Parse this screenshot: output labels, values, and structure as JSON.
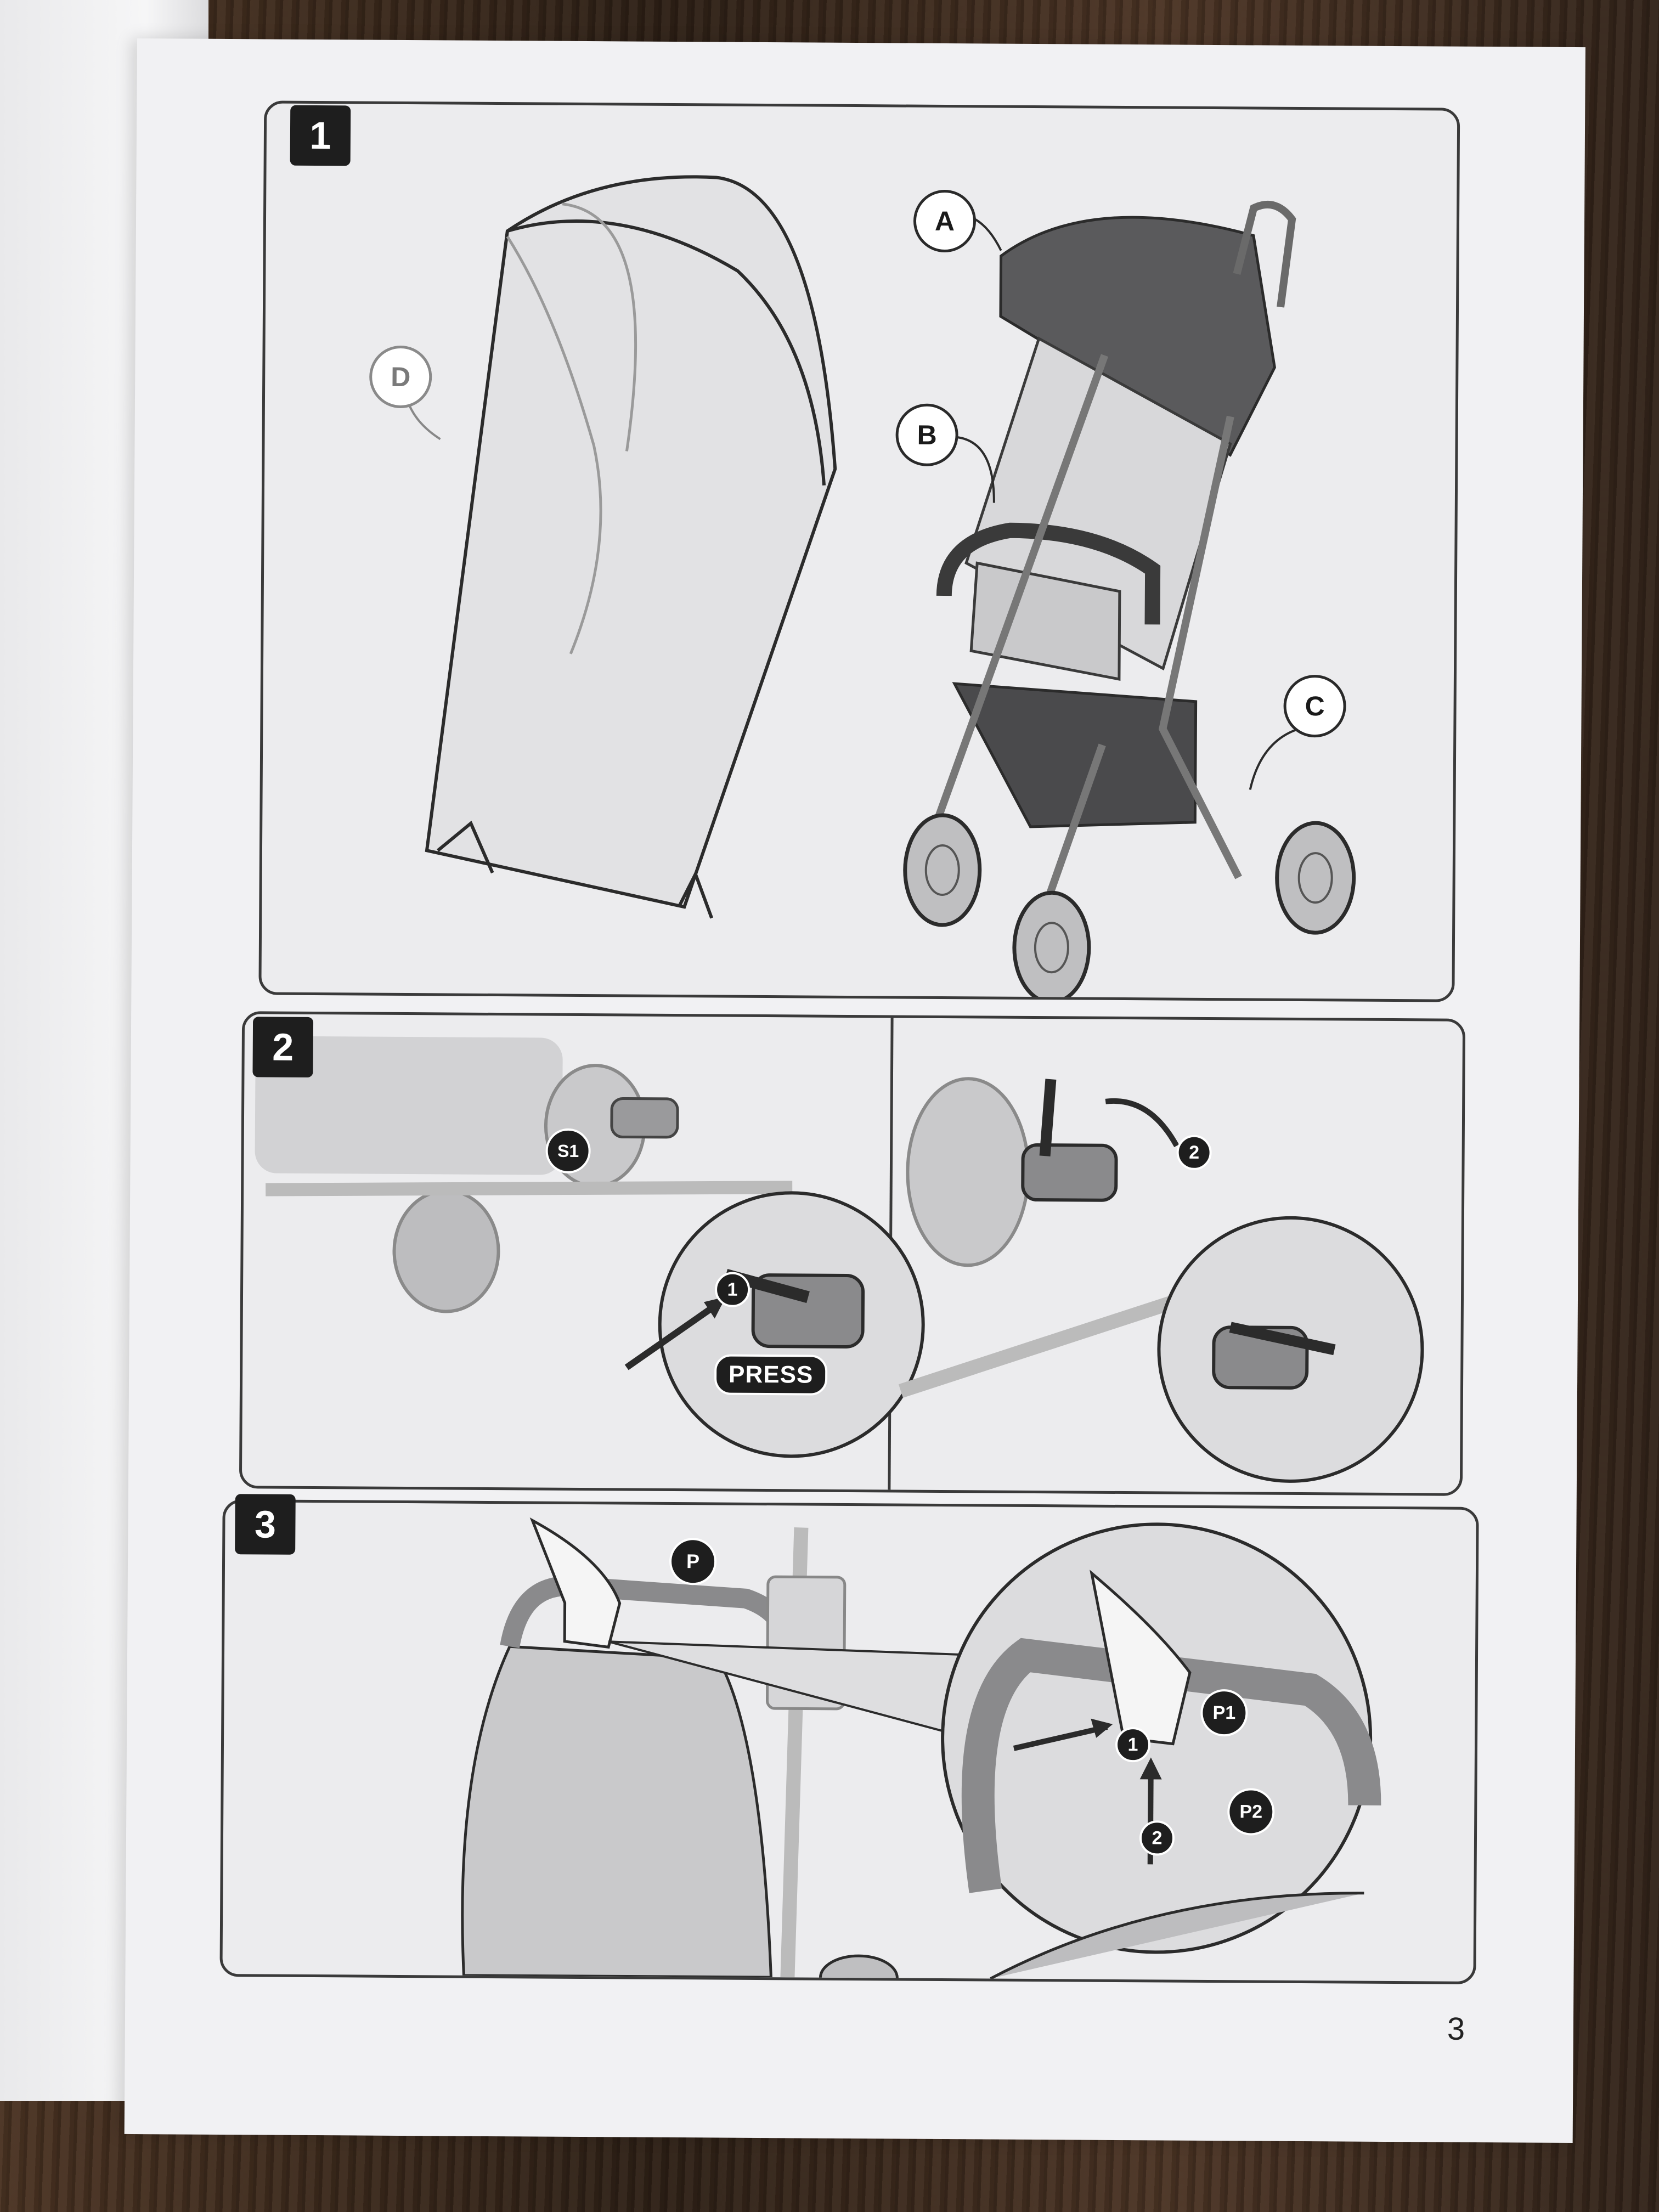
{
  "page_number": "3",
  "steps": [
    {
      "number": "1",
      "callouts": [
        "A",
        "B",
        "C",
        "D"
      ]
    },
    {
      "number": "2",
      "callouts": [
        "S1"
      ],
      "markers": [
        "1",
        "2"
      ],
      "press_label": "PRESS"
    },
    {
      "number": "3",
      "callouts": [
        "P",
        "P1",
        "P2"
      ],
      "markers": [
        "1",
        "2"
      ]
    }
  ],
  "illustrations": [
    "rain-cover-icon",
    "stroller-icon",
    "brake-pedal-icon",
    "folding-handle-icon"
  ]
}
